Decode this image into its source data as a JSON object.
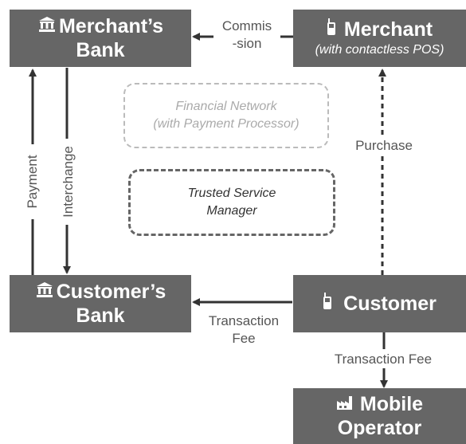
{
  "nodes": {
    "merchants_bank": {
      "line1": "Merchant’s",
      "line2": "Bank"
    },
    "merchant": {
      "line1": "Merchant",
      "line2": "(with contactless POS)"
    },
    "customers_bank": {
      "line1": "Customer’s",
      "line2": "Bank"
    },
    "customer": {
      "line1": "Customer"
    },
    "mobile_operator": {
      "line1": "Mobile",
      "line2": "Operator"
    },
    "financial_network": {
      "line1": "Financial Network",
      "line2": "(with Payment Processor)"
    },
    "trusted_service_manager": {
      "line1": "Trusted Service",
      "line2": "Manager"
    }
  },
  "edges": {
    "commission": {
      "line1": "Commis",
      "line2": "-sion"
    },
    "purchase": "Purchase",
    "payment": "Payment",
    "interchange": "Interchange",
    "transaction_fee_bank": {
      "line1": "Transaction",
      "line2": "Fee"
    },
    "transaction_fee_operator": "Transaction Fee"
  },
  "icons": {
    "bank": "bank-icon",
    "phone": "mobile-phone-icon",
    "operator": "factory-icon"
  },
  "colors": {
    "box": "#666666",
    "box_text": "#ffffff",
    "arrow": "#333333",
    "label": "#555555",
    "financial_network_border": "#bbbbbb",
    "tsm_border": "#666666"
  }
}
